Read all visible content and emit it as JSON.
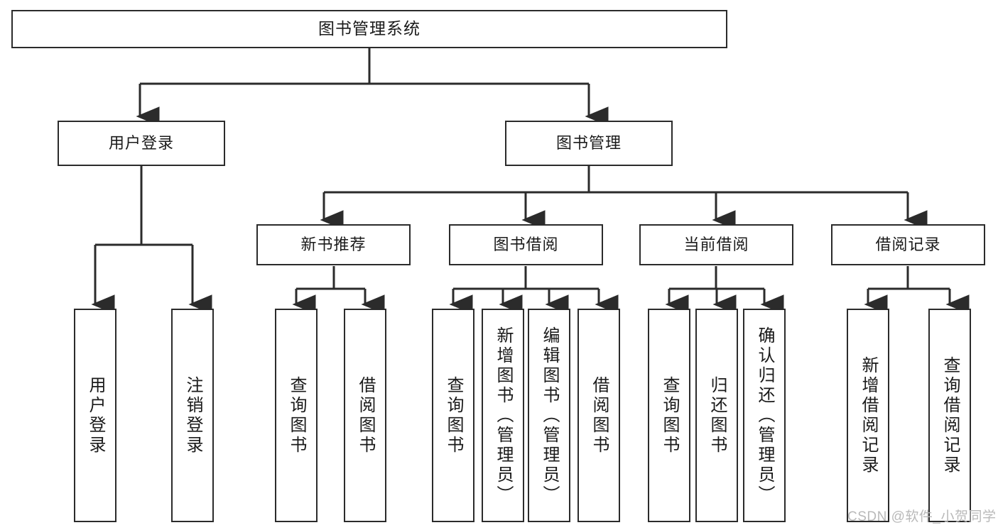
{
  "diagram": {
    "type": "hierarchy-tree",
    "title": "图书管理系统",
    "watermark": "CSDN @软件_小贺同学",
    "colors": {
      "box_border": "#2b2b2b",
      "box_fill": "#ffffff",
      "edge": "#2b2b2b",
      "text": "#1a1a1a",
      "watermark": "#b9b9b9"
    },
    "levels": {
      "root": [
        "图书管理系统"
      ],
      "level2": [
        "用户登录",
        "图书管理"
      ],
      "level3": [
        "新书推荐",
        "图书借阅",
        "当前借阅",
        "借阅记录"
      ],
      "leaves": [
        "用户登录",
        "注销登录",
        "查询图书",
        "借阅图书",
        "查询图书",
        "新增图书（管理员）",
        "编辑图书（管理员）",
        "借阅图书",
        "查询图书",
        "归还图书",
        "确认归还（管理员）",
        "新增借阅记录",
        "查询借阅记录"
      ]
    },
    "nodes": {
      "root": {
        "label": "图书管理系统"
      },
      "user_login": {
        "label": "用户登录"
      },
      "book_manage": {
        "label": "图书管理"
      },
      "new_book_rec": {
        "label": "新书推荐"
      },
      "book_borrow": {
        "label": "图书借阅"
      },
      "current_borrow": {
        "label": "当前借阅"
      },
      "borrow_record": {
        "label": "借阅记录"
      },
      "leaf_user_login": {
        "label": "用户登录"
      },
      "leaf_logout": {
        "label": "注销登录"
      },
      "leaf_query_book_a": {
        "label": "查询图书"
      },
      "leaf_borrow_book_a": {
        "label": "借阅图书"
      },
      "leaf_query_book_b": {
        "label": "查询图书"
      },
      "leaf_add_book": {
        "label": "新增图书（管理员）"
      },
      "leaf_edit_book": {
        "label": "编辑图书（管理员）"
      },
      "leaf_borrow_book_b": {
        "label": "借阅图书"
      },
      "leaf_query_book_c": {
        "label": "查询图书"
      },
      "leaf_return_book": {
        "label": "归还图书"
      },
      "leaf_confirm_return": {
        "label": "确认归还（管理员）"
      },
      "leaf_add_record": {
        "label": "新增借阅记录"
      },
      "leaf_query_record": {
        "label": "查询借阅记录"
      }
    }
  }
}
